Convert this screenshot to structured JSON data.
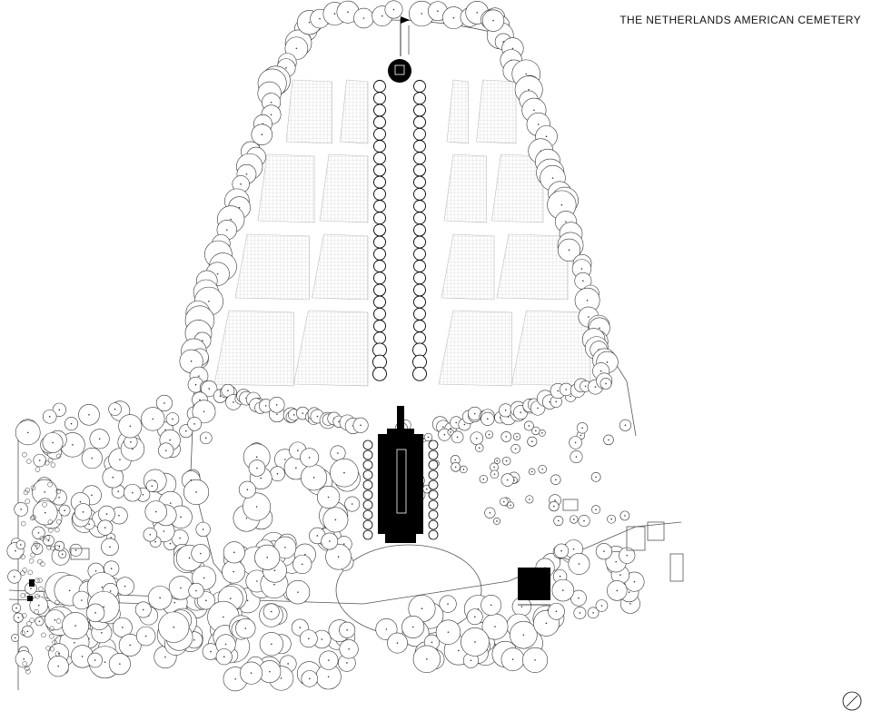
{
  "page": {
    "title": "THE NETHERLANDS AMERICAN CEMETERY"
  },
  "map": {
    "type": "site-plan",
    "style": "black line drawing on white",
    "colors": {
      "ink": "#000000",
      "paper": "#ffffff",
      "plot_fill": "#efefef"
    },
    "features": [
      "tree-canopy",
      "grave-plots",
      "central-mall-tree-rows",
      "flagpole",
      "memorial-tower",
      "court-of-honor",
      "visitor-building",
      "perimeter-road",
      "north-arrow"
    ]
  }
}
